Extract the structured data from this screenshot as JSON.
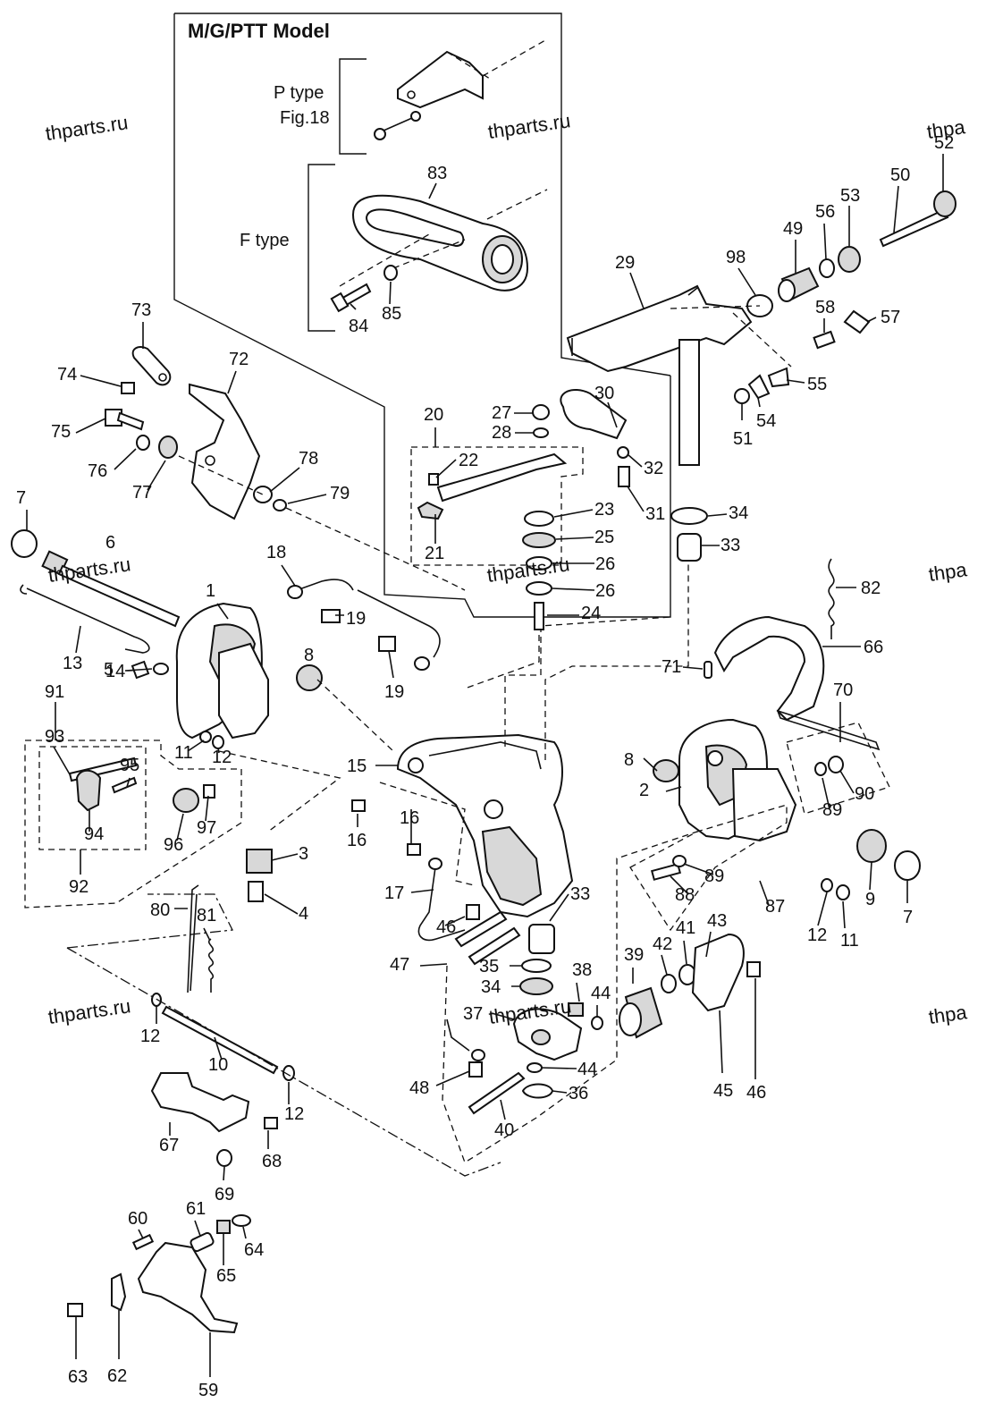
{
  "inset": {
    "title": "M/G/PTT Model",
    "p_type_label": "P type",
    "p_type_ref": "Fig.18",
    "f_type_label": "F type"
  },
  "watermark": "thparts.ru",
  "watermark_partial": "thpa",
  "callouts": {
    "c1": "1",
    "c2": "2",
    "c3": "3",
    "c4": "4",
    "c5": "5",
    "c6": "6",
    "c7a": "7",
    "c7b": "7",
    "c8a": "8",
    "c8b": "8",
    "c9": "9",
    "c10": "10",
    "c11a": "11",
    "c11b": "11",
    "c12a": "12",
    "c12b": "12",
    "c12c": "12",
    "c12d": "12",
    "c12e": "12",
    "c13": "13",
    "c14": "14",
    "c15": "15",
    "c16a": "16",
    "c16b": "16",
    "c17": "17",
    "c18": "18",
    "c19a": "19",
    "c19b": "19",
    "c20": "20",
    "c21": "21",
    "c22": "22",
    "c23": "23",
    "c24": "24",
    "c25": "25",
    "c26a": "26",
    "c26b": "26",
    "c27": "27",
    "c28": "28",
    "c29": "29",
    "c30": "30",
    "c31": "31",
    "c32": "32",
    "c33a": "33",
    "c33b": "33",
    "c34a": "34",
    "c34b": "34",
    "c35": "35",
    "c36": "36",
    "c37": "37",
    "c38": "38",
    "c39": "39",
    "c40": "40",
    "c41": "41",
    "c42": "42",
    "c43": "43",
    "c44a": "44",
    "c44b": "44",
    "c45": "45",
    "c46a": "46",
    "c46b": "46",
    "c47": "47",
    "c48": "48",
    "c49": "49",
    "c50": "50",
    "c51": "51",
    "c52": "52",
    "c53": "53",
    "c54": "54",
    "c55": "55",
    "c56": "56",
    "c57": "57",
    "c58": "58",
    "c59": "59",
    "c60": "60",
    "c61": "61",
    "c62": "62",
    "c63": "63",
    "c64": "64",
    "c65": "65",
    "c66": "66",
    "c67": "67",
    "c68": "68",
    "c69": "69",
    "c70": "70",
    "c71": "71",
    "c72": "72",
    "c73": "73",
    "c74": "74",
    "c75": "75",
    "c76": "76",
    "c77": "77",
    "c78": "78",
    "c79": "79",
    "c80": "80",
    "c81": "81",
    "c82": "82",
    "c83": "83",
    "c84": "84",
    "c85": "85",
    "c87": "87",
    "c88": "88",
    "c89a": "89",
    "c89b": "89",
    "c90": "90",
    "c91": "91",
    "c92": "92",
    "c93": "93",
    "c94": "94",
    "c95": "95",
    "c96": "96",
    "c97": "97",
    "c98": "98"
  }
}
